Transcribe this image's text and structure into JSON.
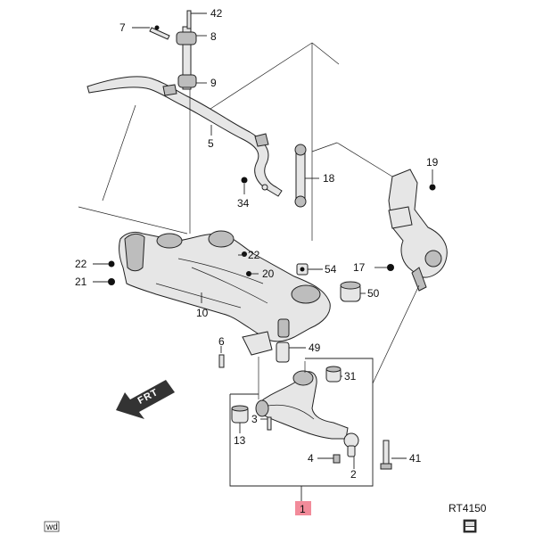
{
  "labels": {
    "p42": "42",
    "p7": "7",
    "p8": "8",
    "p9": "9",
    "p5": "5",
    "p18": "18",
    "p34": "34",
    "p19": "19",
    "p22a": "22",
    "p22b": "22",
    "p20": "20",
    "p21": "21",
    "p54": "54",
    "p17": "17",
    "p50": "50",
    "p10": "10",
    "p6": "6",
    "p49": "49",
    "p31": "31",
    "p3": "3",
    "p13": "13",
    "p4": "4",
    "p2": "2",
    "p41": "41",
    "p1": "1"
  },
  "direction_arrow": "FRT",
  "ref_code": "RT4150",
  "corner_tag": "wd",
  "colors": {
    "highlight": "#f28b9a",
    "ink": "#222222",
    "fill": "#e6e6e6"
  },
  "icons": {
    "corner_icon": "book-icon"
  }
}
